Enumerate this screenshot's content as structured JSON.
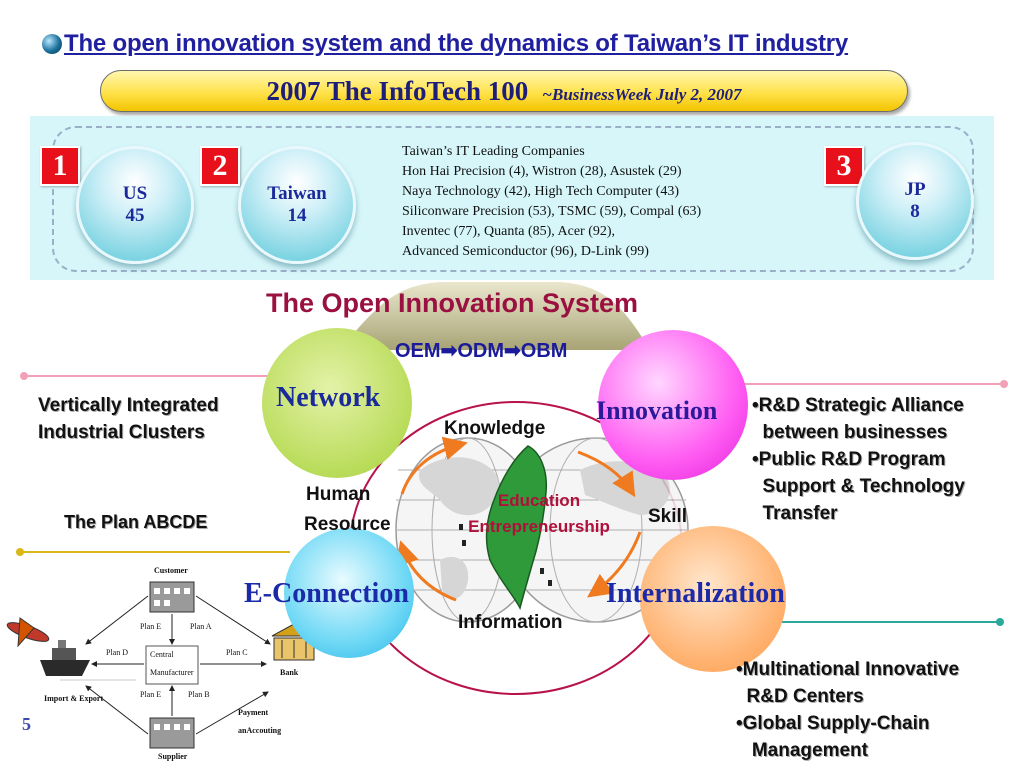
{
  "header": {
    "title": "The open innovation system and the dynamics of Taiwan’s IT industry",
    "banner_main": "2007 The InfoTech 100",
    "banner_source": "~BusinessWeek July 2, 2007"
  },
  "ranking": {
    "countries": [
      {
        "rank": "1",
        "name": "US",
        "count": "45"
      },
      {
        "rank": "2",
        "name": "Taiwan",
        "count": "14"
      },
      {
        "rank": "3",
        "name": "JP",
        "count": "8"
      }
    ],
    "companies_lines": [
      "Taiwan’s IT Leading Companies",
      "Hon Hai Precision (4), Wistron (28), Asustek (29)",
      "Naya Technology (42), High Tech Computer (43)",
      "Siliconware Precision (53), TSMC (59), Compal (63)",
      "Inventec (77), Quanta (85), Acer (92),",
      "Advanced Semiconductor (96), D-Link (99)"
    ]
  },
  "system": {
    "title": "The Open Innovation System",
    "model_path": [
      "OEM",
      "ODM",
      "OBM"
    ],
    "circles": {
      "network": "Network",
      "innovation": "Innovation",
      "e_connection": "E-Connection",
      "internalization": "Internalization"
    },
    "flows": {
      "knowledge": "Knowledge",
      "human_resource_1": "Human",
      "human_resource_2": "Resource",
      "skill": "Skill",
      "information": "Information"
    },
    "center_lines": [
      "Education",
      "Entrepreneurship"
    ]
  },
  "left_notes": {
    "clusters_1": "Vertically Integrated",
    "clusters_2": "Industrial Clusters",
    "plan_title": "The Plan ABCDE"
  },
  "plan_diagram": {
    "customer": "Customer",
    "supplier": "Supplier",
    "central_1": "Central",
    "central_2": "Manufacturer",
    "bank": "Bank",
    "import_export": "Import & Export",
    "payment_1": "Payment",
    "payment_2": "anAccouting",
    "plan_a": "Plan A",
    "plan_b": "Plan B",
    "plan_c": "Plan C",
    "plan_d": "Plan D",
    "plan_e_top": "Plan E",
    "plan_e_bottom": "Plan E"
  },
  "right_notes": {
    "rd": [
      "•R&D Strategic Alliance",
      "  between businesses",
      "•Public R&D Program",
      "  Support & Technology",
      "  Transfer"
    ],
    "multi": [
      "•Multinational Innovative",
      "  R&D Centers",
      "•Global Supply-Chain",
      "   Management"
    ]
  },
  "page_number": "5",
  "colors": {
    "title_blue": "#1f1fa0",
    "system_title": "#9a1040",
    "network": "#b9dc5a",
    "innovation": "#ff5cf2",
    "e_connection": "#6ed8f5",
    "internalization": "#ffb270",
    "badge_red": "#e8101a",
    "arrow_orange": "#f07a20"
  },
  "icons": [
    "globe-bullet-icon",
    "airplane-icon",
    "ship-icon",
    "bank-icon",
    "factory-icon",
    "right-arrow-icon"
  ]
}
